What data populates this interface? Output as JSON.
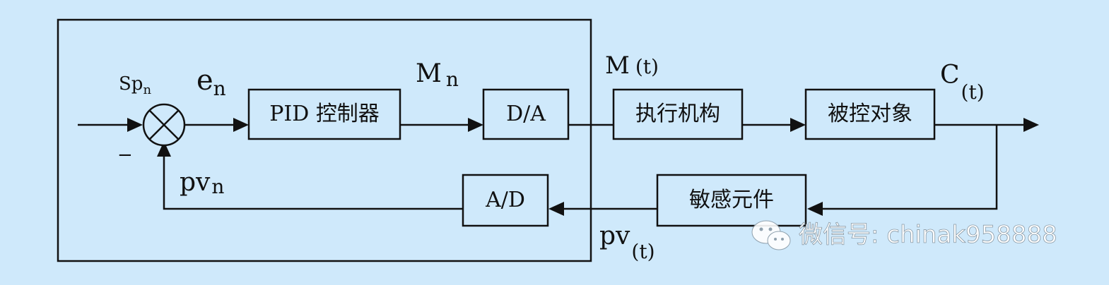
{
  "blocks": {
    "pid": "PID 控制器",
    "da": "D/A",
    "actuator": "执行机构",
    "plant": "被控对象",
    "sensor": "敏感元件",
    "ad": "A/D"
  },
  "signals": {
    "sp_main": "Sp",
    "sp_sub": "n",
    "minus": "−",
    "e_main": "e",
    "e_sub": "n",
    "m_main": "M",
    "m_sub": "n",
    "mt_main": "M",
    "mt_sub": "(t)",
    "c_main": "C",
    "c_sub": "(t)",
    "pv_main": "pv",
    "pv_sub": "n",
    "pvt_main": "pv",
    "pvt_sub": "(t)"
  },
  "watermark": {
    "text": "微信号: chinak958888"
  },
  "colors": {
    "background": "#cfe9fb",
    "line": "#111111"
  }
}
